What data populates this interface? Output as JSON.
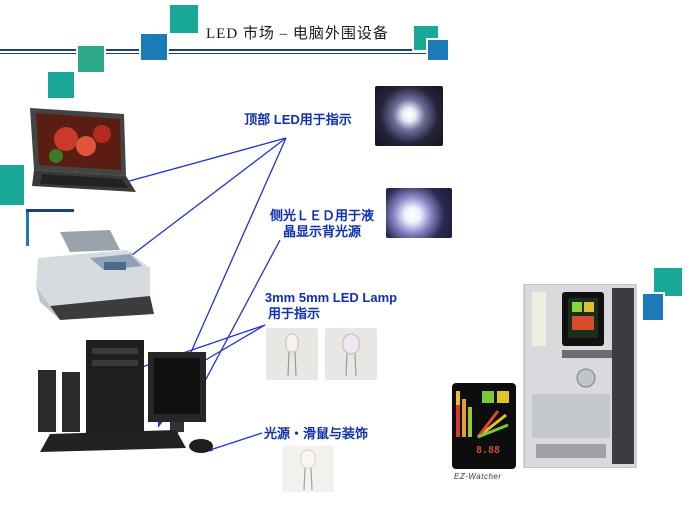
{
  "title": "LED 市场 – 电脑外围设备",
  "labels": {
    "top_led": "顶部 LED用于指示",
    "side_led_line1": "侧光ＬＥＤ用于液",
    "side_led_line2": "晶显示背光源",
    "lamp_line1": "3mm 5mm LED Lamp",
    "lamp_line2": "用于指示",
    "light_source": "光源・滑鼠与装饰"
  },
  "watcher": {
    "brand": "EZ-Watcher",
    "readout": "8.88"
  },
  "colors": {
    "title_rule": "#1d3f7a",
    "label_text": "#1030b0",
    "connector": "#2233cc",
    "accent_teal": "#1aa898",
    "accent_blue": "#1a7bb8"
  }
}
